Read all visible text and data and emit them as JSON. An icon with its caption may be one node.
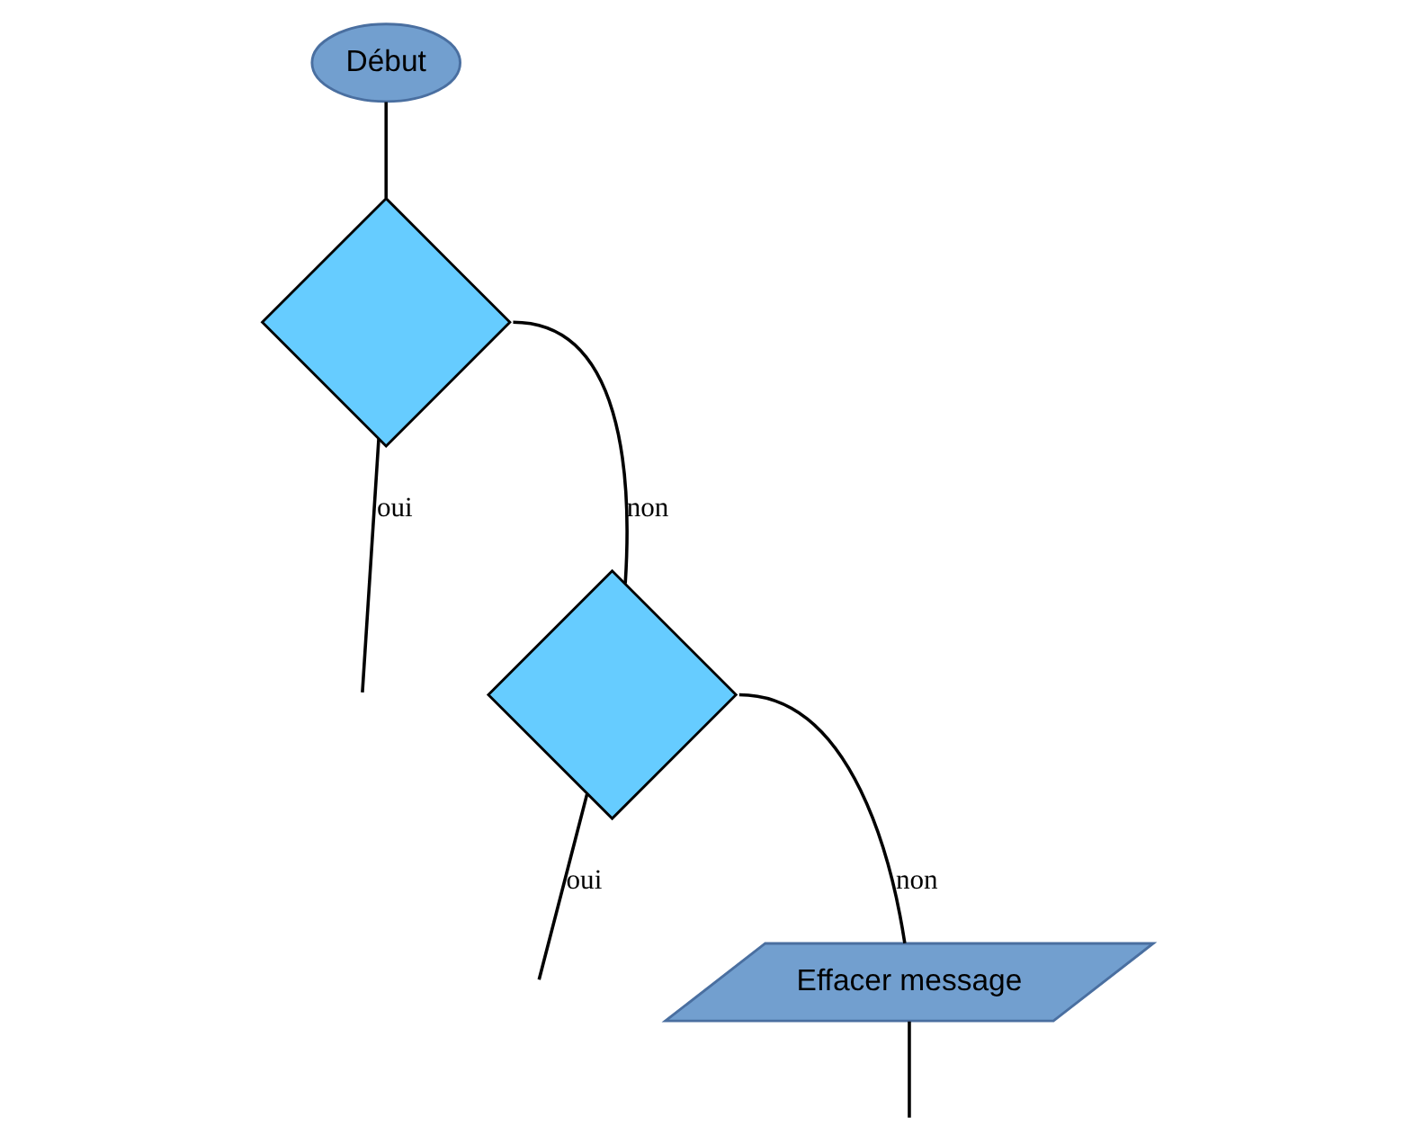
{
  "diagram": {
    "nodes": [
      {
        "text": [
          "Début"
        ]
      },
      {
        "text": [],
        "shape": "diamond"
      },
      {
        "text": [],
        "shape": "diamond"
      },
      {
        "text": [
          "Effacer message"
        ]
      }
    ],
    "edges": [
      {
        "from": 0,
        "to": 1,
        "arrow": "none"
      },
      {
        "from": 1,
        "to": 2,
        "label": "non",
        "arrow": "none"
      },
      {
        "from": 1,
        "to": null,
        "label": "oui",
        "arrow": "none"
      },
      {
        "from": 2,
        "to": 3,
        "label": "non",
        "arrow": "none"
      },
      {
        "from": 2,
        "to": null,
        "label": "oui",
        "arrow": "none"
      },
      {
        "from": 3,
        "to": null,
        "arrow": "none"
      }
    ]
  }
}
